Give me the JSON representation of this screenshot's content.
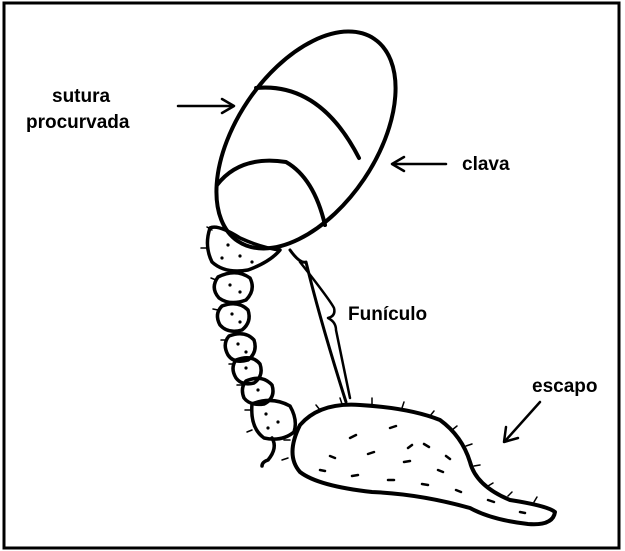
{
  "labels": {
    "sutura_line1": "sutura",
    "sutura_line2": "procurvada",
    "clava": "clava",
    "funiculo": "Funículo",
    "escapo": "escapo"
  },
  "colors": {
    "ink": "#000000",
    "background": "#ffffff"
  }
}
